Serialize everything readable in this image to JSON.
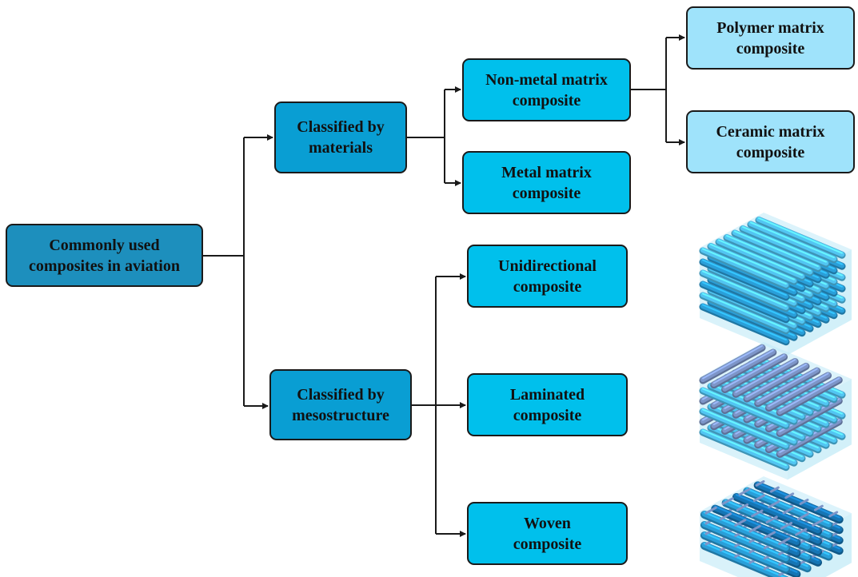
{
  "colors": {
    "level0": "#1d8fbd",
    "level1": "#099ed3",
    "level2": "#00c0ec",
    "level3": "#9fe3fb",
    "line": "#1a1a1a",
    "fiber_light": "#52c5f2",
    "fiber_mid": "#2a9fd9",
    "fiber_dark": "#1675b4",
    "fiber_gray": "#7d95c8",
    "matrix": "#bfe9f7"
  },
  "nodes": {
    "root": {
      "lines": [
        "Commonly used",
        "composites in aviation"
      ]
    },
    "by_materials": {
      "lines": [
        "Classified by",
        "materials"
      ]
    },
    "by_mesostructure": {
      "lines": [
        "Classified by",
        "mesostructure"
      ]
    },
    "non_metal": {
      "lines": [
        "Non-metal matrix",
        "composite"
      ]
    },
    "metal": {
      "lines": [
        "Metal matrix",
        "composite"
      ]
    },
    "polymer": {
      "lines": [
        "Polymer matrix",
        "composite"
      ]
    },
    "ceramic": {
      "lines": [
        "Ceramic matrix",
        "composite"
      ]
    },
    "unidirectional": {
      "lines": [
        "Unidirectional",
        "composite"
      ]
    },
    "laminated": {
      "lines": [
        "Laminated",
        "composite"
      ]
    },
    "woven": {
      "lines": [
        "Woven",
        "composite"
      ]
    }
  },
  "illustrations": {
    "unidirectional": "unidirectional-fiber-block",
    "laminated": "laminated-fiber-block",
    "woven": "woven-fiber-block"
  }
}
